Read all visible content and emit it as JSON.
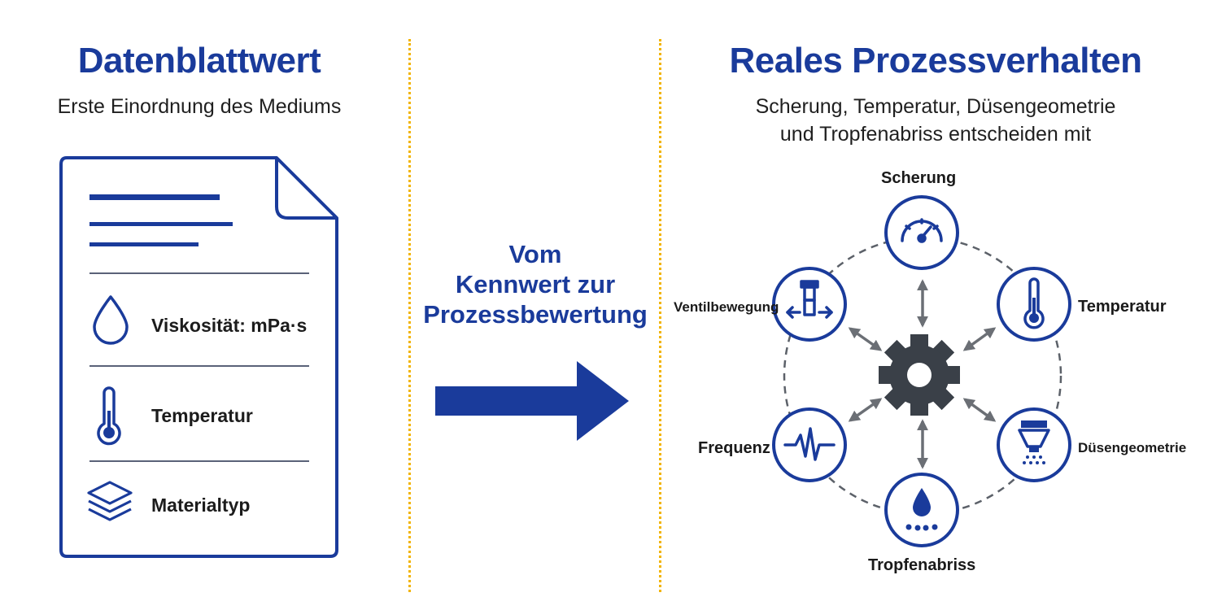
{
  "left": {
    "title": "Datenblattwert",
    "subtitle": "Erste Einordnung des Mediums",
    "rows": [
      {
        "icon": "droplet-icon",
        "label": "Viskosität: mPa·s"
      },
      {
        "icon": "thermometer-icon",
        "label": "Temperatur"
      },
      {
        "icon": "layers-icon",
        "label": "Materialtyp"
      }
    ]
  },
  "middle": {
    "line1": "Vom",
    "line2": "Kennwert zur",
    "line3": "Prozessbewertung"
  },
  "right": {
    "title": "Reales Prozessverhalten",
    "subtitle_line1": "Scherung, Temperatur, Düsengeometrie",
    "subtitle_line2": "und Tropfenabriss entscheiden mit",
    "center_icon": "gear-icon",
    "nodes": {
      "scherung": {
        "label": "Scherung",
        "icon": "gauge-icon"
      },
      "temperatur": {
        "label": "Temperatur",
        "icon": "thermometer-icon"
      },
      "duesengeometrie": {
        "label": "Düsengeometrie",
        "icon": "nozzle-spray-icon"
      },
      "tropfenabriss": {
        "label": "Tropfenabriss",
        "icon": "drop-breakoff-icon"
      },
      "frequenz": {
        "label": "Frequenz",
        "icon": "waveform-icon"
      },
      "ventilbewegung": {
        "label": "Ventilbewegung",
        "icon": "valve-motion-icon"
      }
    }
  },
  "colors": {
    "brand_blue": "#1a3b9b",
    "divider_yellow": "#f2b400",
    "gear_gray": "#3a4048",
    "arrow_gray": "#6b6f75"
  }
}
